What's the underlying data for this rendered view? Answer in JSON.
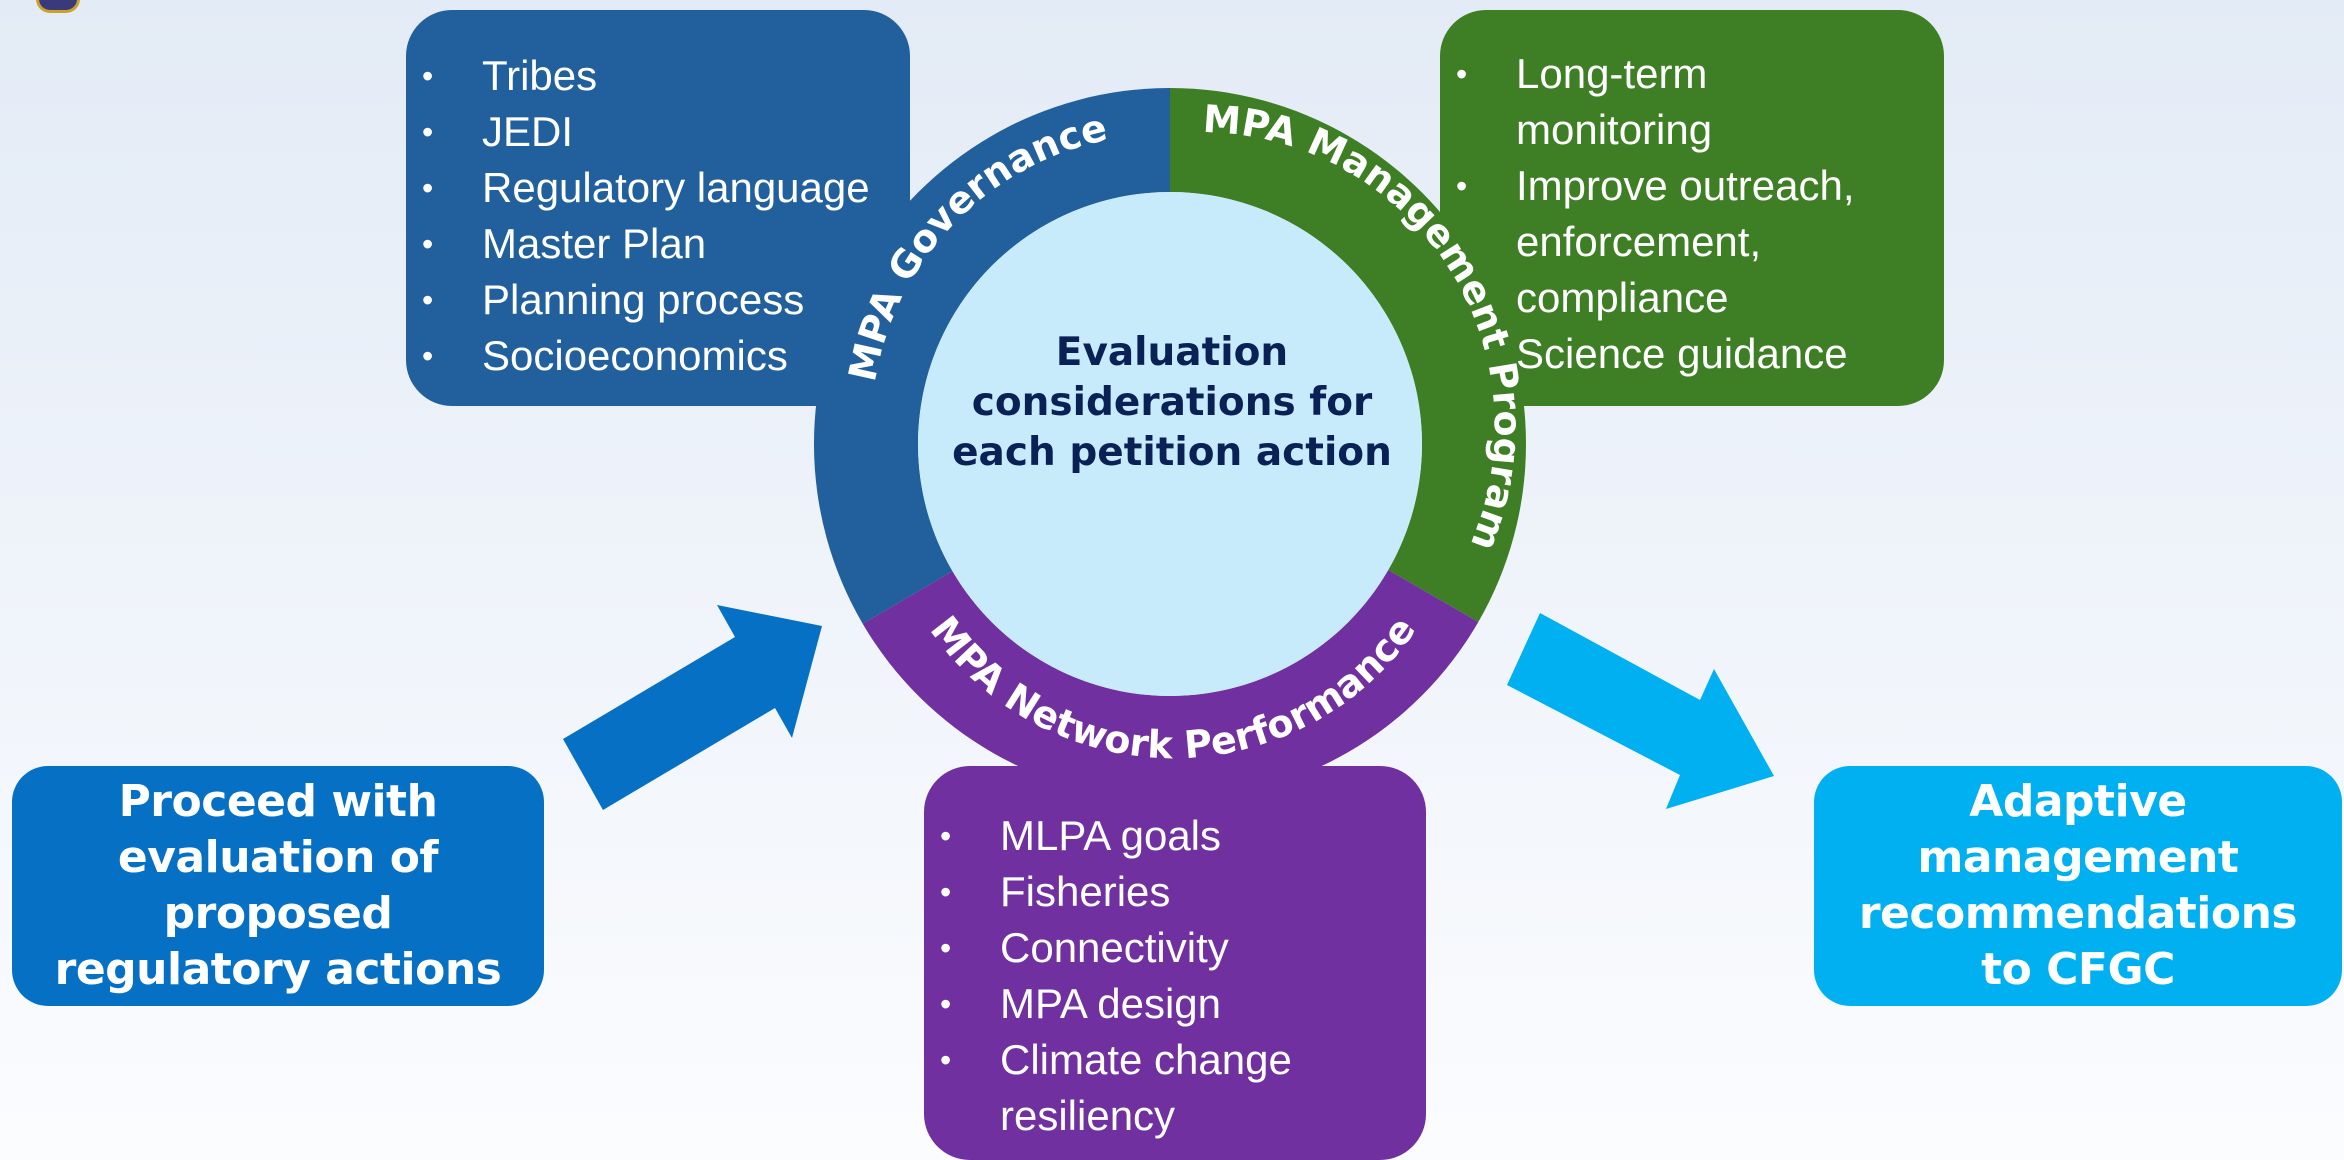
{
  "center": {
    "title": "Evaluation\nconsiderations for\neach petition action"
  },
  "segments": {
    "governance": "MPA Governance",
    "management": "MPA Management Program",
    "network": "MPA Network Performance"
  },
  "governance_box": {
    "items": [
      "Tribes",
      "JEDI",
      "Regulatory language",
      "Master Plan",
      "Planning process",
      "Socioeconomics"
    ]
  },
  "management_box": {
    "items": [
      "Long-term",
      "monitoring",
      "Improve outreach,",
      "enforcement,",
      "compliance",
      "Science guidance"
    ]
  },
  "network_box": {
    "items": [
      "MLPA goals",
      "Fisheries",
      "Connectivity",
      "MPA design",
      "Climate change",
      "resiliency"
    ]
  },
  "proceed_box": {
    "label": "Proceed with\nevaluation of\nproposed\nregulatory actions"
  },
  "adaptive_box": {
    "label": "Adaptive\nmanagement\nrecommendations\nto CFGC"
  },
  "colors": {
    "governance": "#21609c",
    "management": "#3e7f25",
    "network": "#7030a0",
    "center": "#c8ebfb",
    "proceed": "#0570c4",
    "adaptive": "#00b0f0"
  }
}
